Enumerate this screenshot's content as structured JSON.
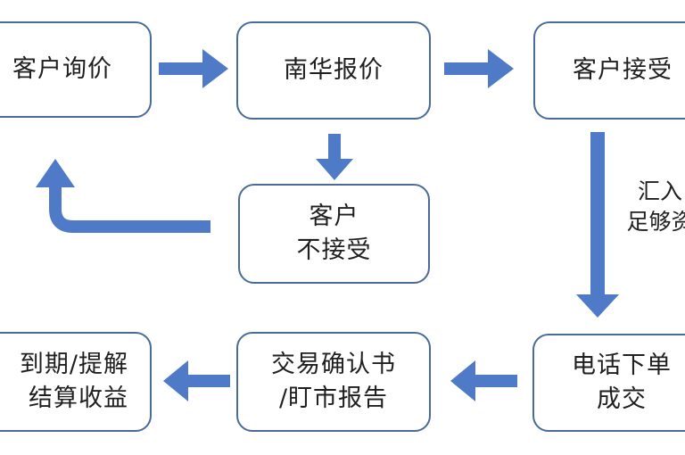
{
  "nodes": {
    "customer_inquiry": {
      "lines": [
        "客户询价"
      ]
    },
    "nanhua_quote": {
      "lines": [
        "南华报价"
      ]
    },
    "customer_accept": {
      "lines": [
        "客户接受"
      ]
    },
    "customer_reject": {
      "lines": [
        "客户",
        "不接受"
      ]
    },
    "phone_order": {
      "lines": [
        "电话下单",
        "成交"
      ]
    },
    "trade_confirmation": {
      "lines": [
        "交易确认书",
        "/盯市报告"
      ]
    },
    "expiry_settlement": {
      "lines": [
        "到期/提解",
        "结算收益"
      ]
    }
  },
  "edge_labels": {
    "deposit": {
      "lines": [
        "汇入",
        "足够资"
      ]
    }
  },
  "colors": {
    "arrow": "#4f7ac7",
    "border": "#4a6b99",
    "text": "#1f1f1f"
  }
}
